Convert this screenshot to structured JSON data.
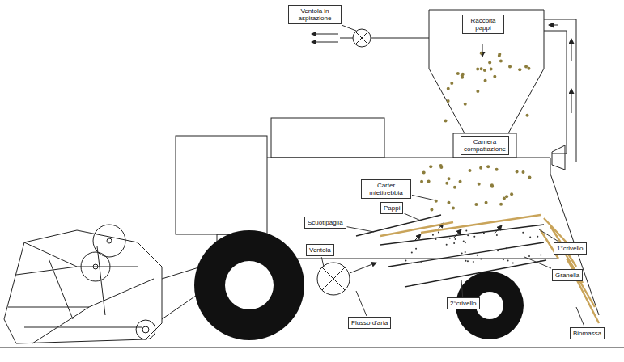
{
  "diagram": {
    "nodes": [
      {
        "text": [
          "Ventola in aspirazione"
        ]
      },
      {
        "text": [
          "Raccolta pappi"
        ]
      },
      {
        "text": [
          "Camera compattazione"
        ]
      },
      {
        "text": [
          "Carter mietitrebbia"
        ]
      },
      {
        "text": [
          "Pappi"
        ]
      },
      {
        "text": [
          "Scuotipaglia"
        ]
      },
      {
        "text": [
          "Ventola"
        ]
      },
      {
        "text": [
          "1°crivello"
        ]
      },
      {
        "text": [
          "Granella"
        ]
      },
      {
        "text": [
          "Flusso d'aria"
        ]
      },
      {
        "text": [
          "2°crivello"
        ]
      },
      {
        "text": [
          "Biomassa"
        ]
      }
    ]
  }
}
